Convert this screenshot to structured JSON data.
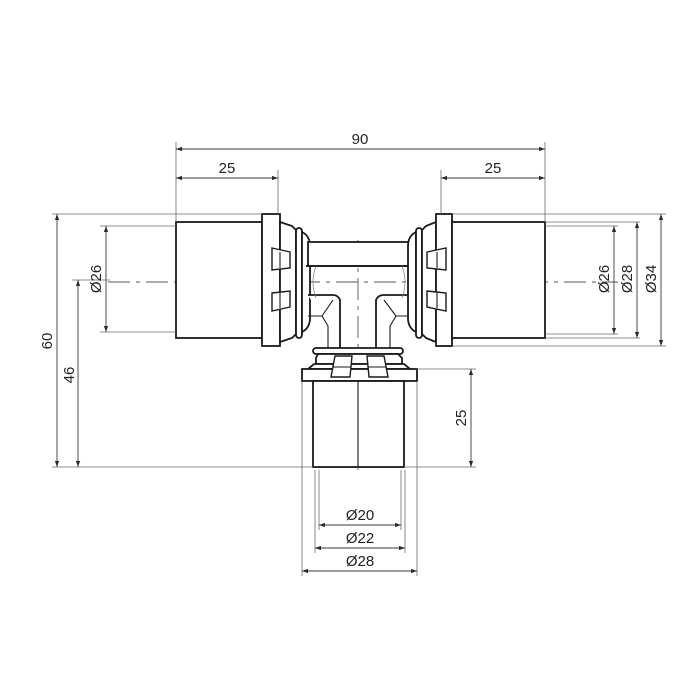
{
  "drawing": {
    "subject": "Press-fit tee fitting technical drawing",
    "colors": {
      "line": "#1a1a1a",
      "background": "#ffffff",
      "dimension": "#3a3a3a"
    }
  },
  "dimensions": {
    "overall_length": "90",
    "left_socket_length": "25",
    "right_socket_length": "25",
    "left_socket_diameter": "Ø26",
    "right_inner_diameter": "Ø26",
    "right_pipe_diameter": "Ø28",
    "right_outer_diameter": "Ø34",
    "overall_height": "60",
    "centerline_height": "46",
    "branch_socket_length": "25",
    "branch_inner_diameter": "Ø20",
    "branch_pipe_diameter": "Ø22",
    "branch_outer_diameter": "Ø28"
  }
}
